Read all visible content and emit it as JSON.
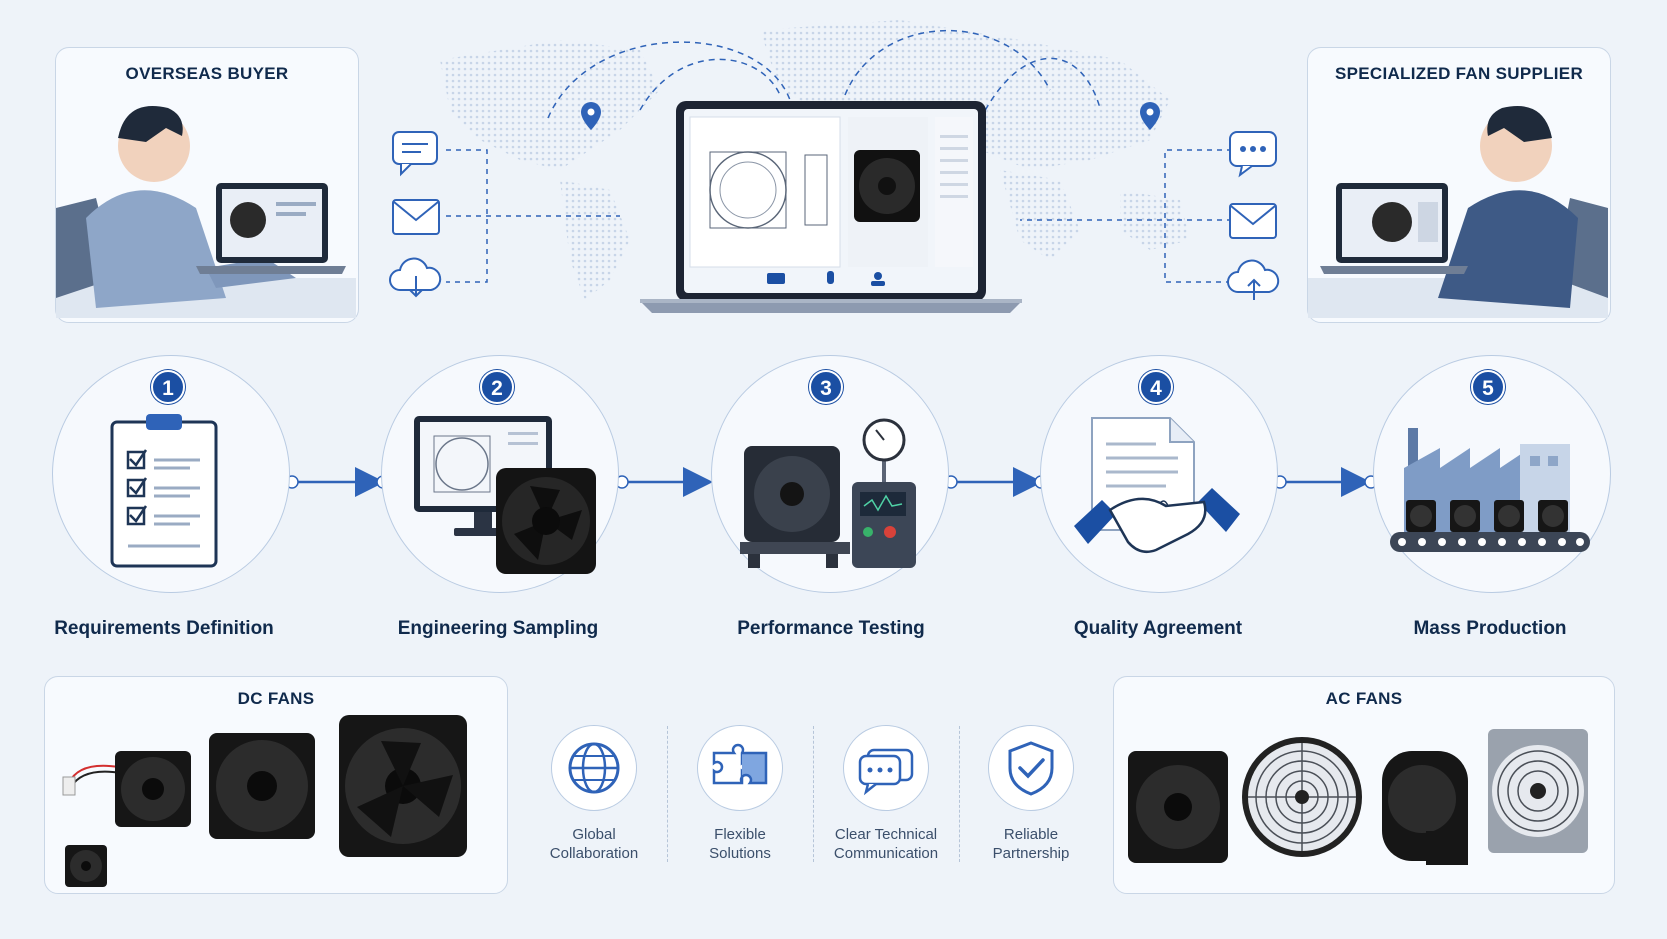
{
  "buyer": {
    "title": "OVERSEAS BUYER"
  },
  "supplier": {
    "title": "SPECIALIZED FAN SUPPLIER"
  },
  "steps": [
    {
      "number": "1",
      "label": "Requirements Definition"
    },
    {
      "number": "2",
      "label": "Engineering Sampling"
    },
    {
      "number": "3",
      "label": "Performance Testing"
    },
    {
      "number": "4",
      "label": "Quality Agreement"
    },
    {
      "number": "5",
      "label": "Mass Production"
    }
  ],
  "dc_fans": {
    "title": "DC FANS"
  },
  "ac_fans": {
    "title": "AC FANS"
  },
  "features": [
    {
      "icon": "globe-icon",
      "label": "Global\nCollaboration"
    },
    {
      "icon": "puzzle-icon",
      "label": "Flexible\nSolutions"
    },
    {
      "icon": "chat-icon",
      "label": "Clear Technical\nCommunication"
    },
    {
      "icon": "shield-check-icon",
      "label": "Reliable\nPartnership"
    }
  ],
  "colors": {
    "accent": "#1b4fa3",
    "line": "#2f63b8",
    "background": "#eef3f9"
  }
}
